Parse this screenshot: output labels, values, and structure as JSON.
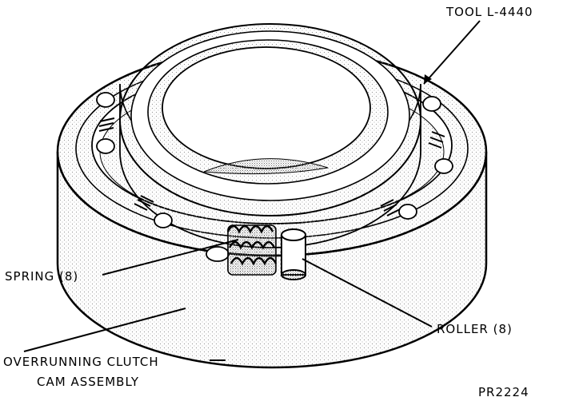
{
  "labels": {
    "tool": "TOOL L-4440",
    "spring": "SPRING (8)",
    "roller": "ROLLER (8)",
    "assembly_line1": "OVERRUNNING CLUTCH",
    "assembly_line2": "CAM ASSEMBLY",
    "figure_id": "PR2224"
  },
  "colors": {
    "ink": "#000000",
    "paper": "#ffffff",
    "stipple": "#9a9a9a"
  }
}
